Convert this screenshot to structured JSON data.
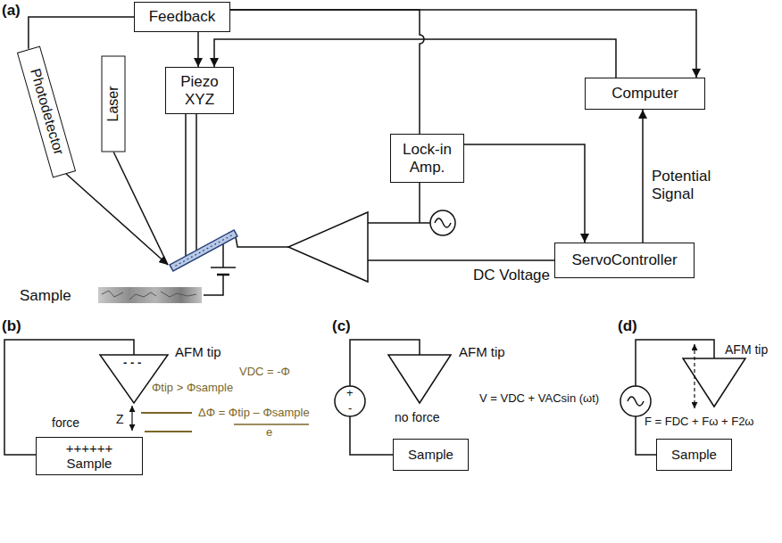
{
  "diagram": {
    "nodes": [
      {
        "text": [
          "Feedback"
        ]
      },
      {
        "text": [
          "Laser"
        ]
      },
      {
        "text": [
          "Photodetector"
        ]
      },
      {
        "text": [
          "Piezo XYZ"
        ]
      },
      {
        "text": [
          "Lock-in Amp."
        ]
      },
      {
        "text": [
          "Computer"
        ]
      },
      {
        "text": [
          "ServoController"
        ]
      },
      {
        "text": [
          "++++++",
          "Sample"
        ]
      },
      {
        "text": [
          "Sample"
        ]
      },
      {
        "text": [
          "Sample"
        ]
      }
    ],
    "edges": [
      {
        "from": 0,
        "to": 3,
        "arrow": "to"
      },
      {
        "from": 2,
        "to": 0,
        "arrow": "none"
      },
      {
        "from": 0,
        "to": 5,
        "arrow": "to"
      },
      {
        "from": 5,
        "to": 3,
        "arrow": "to"
      },
      {
        "from": 4,
        "to": 0,
        "arrow": "none"
      },
      {
        "from": 4,
        "to": 6,
        "arrow": "to"
      },
      {
        "from": 6,
        "to": 5,
        "label": "Potential Signal",
        "arrow": "to"
      }
    ],
    "labels": [
      "(a)",
      "Sample",
      "DC Voltage",
      "(b)",
      "AFM tip",
      "- - -",
      "Φtip > Φsample",
      "VDC = -Φ",
      "force",
      "Z",
      "ΔΦ = Φtip – Φsample",
      "e",
      "(c)",
      "+",
      "-",
      "AFM tip",
      "no force",
      "V = VDC + VACsin (ωt)",
      "(d)",
      "AFM tip",
      "F = FDC + Fω + F2ω"
    ]
  }
}
